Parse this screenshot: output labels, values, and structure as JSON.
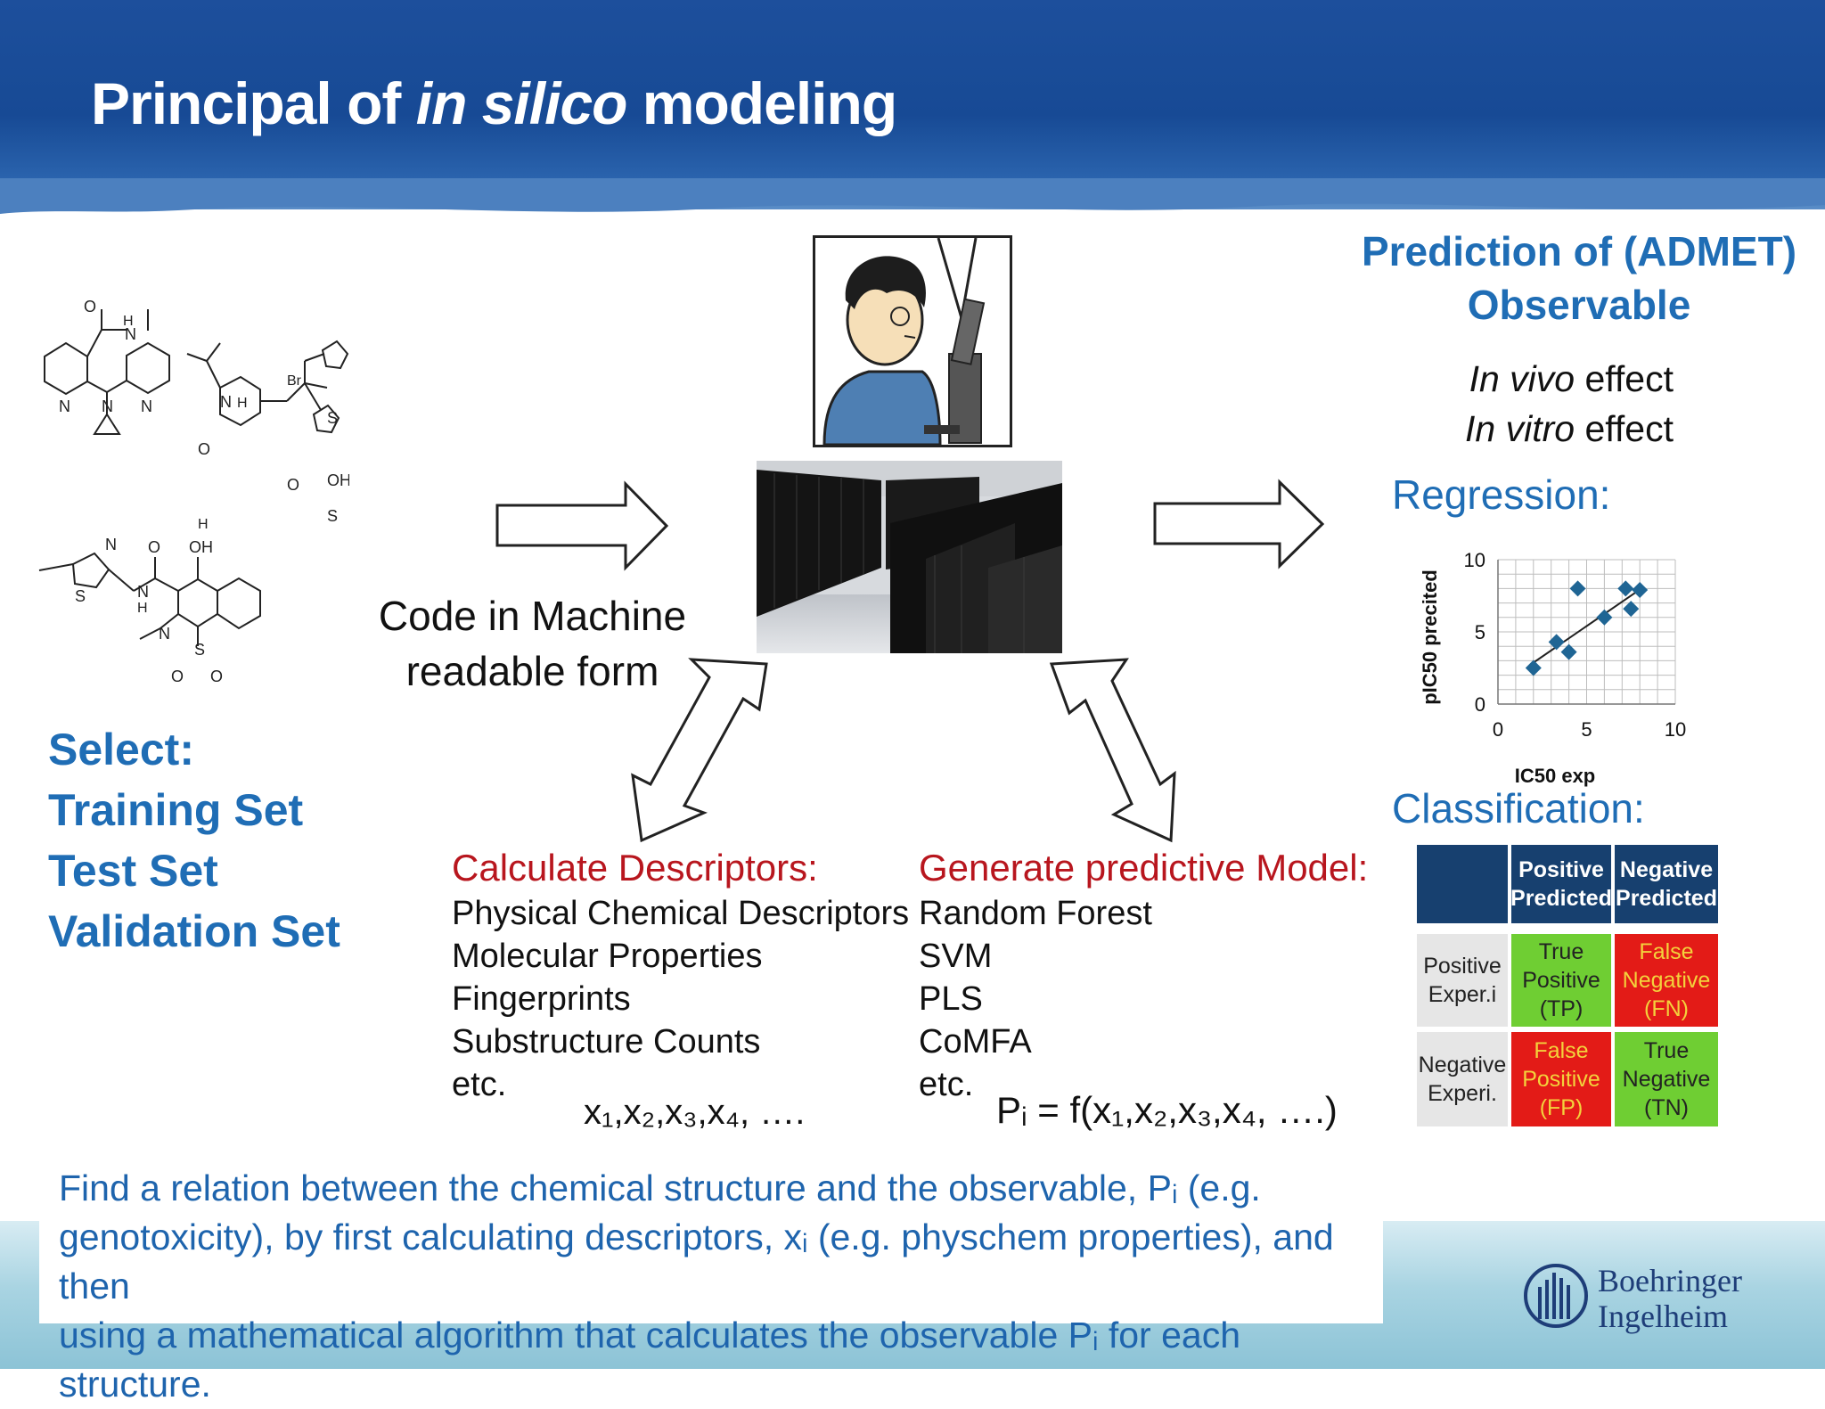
{
  "header": {
    "title_pre": "Principal of ",
    "title_em": "in silico",
    "title_post": " modeling"
  },
  "selection": {
    "select_label": "Select:",
    "training": "Training Set",
    "test": "Test Set",
    "validation": "Validation Set"
  },
  "molecules": {
    "labels": [
      "O",
      "H",
      "N",
      "N",
      "N",
      "N",
      "Br",
      "N",
      "H",
      "O",
      "O",
      "S",
      "OH",
      "H",
      "S",
      "N",
      "O",
      "OH",
      "S",
      "N",
      "H",
      "N",
      "S",
      "O",
      "O"
    ]
  },
  "code": {
    "line1": "Code in Machine",
    "line2": "readable form"
  },
  "descriptors": {
    "heading": "Calculate Descriptors:",
    "items": [
      "Physical Chemical Descriptors",
      "Molecular Properties",
      "Fingerprints",
      "Substructure Counts",
      "etc."
    ],
    "formula": "x₁,x₂,x₃,x₄, …."
  },
  "model": {
    "heading": "Generate predictive Model:",
    "items": [
      "Random Forest",
      "SVM",
      "PLS",
      "CoMFA",
      "etc."
    ],
    "formula": "Pᵢ = f(x₁,x₂,x₃,x₄, ….)"
  },
  "prediction": {
    "title_line1": "Prediction of (ADMET)",
    "title_line2": "Observable",
    "effect1_em": "In vivo",
    "effect1_rest": " effect",
    "effect2_em": "In vitro",
    "effect2_rest": " effect",
    "regression": "Regression:",
    "classification": "Classification:"
  },
  "chart_data": {
    "type": "scatter",
    "xlabel": "IC50 exp",
    "ylabel": "pIC50 precited",
    "xlim": [
      0,
      10
    ],
    "ylim": [
      0,
      10
    ],
    "xticks": [
      "0",
      "5",
      "10"
    ],
    "yticks": [
      "0",
      "5",
      "10"
    ],
    "grid": true,
    "points": [
      {
        "x": 2.0,
        "y": 2.5
      },
      {
        "x": 3.3,
        "y": 4.3
      },
      {
        "x": 4.0,
        "y": 3.6
      },
      {
        "x": 4.5,
        "y": 8.0
      },
      {
        "x": 6.0,
        "y": 6.0
      },
      {
        "x": 7.2,
        "y": 8.0
      },
      {
        "x": 7.5,
        "y": 6.6
      },
      {
        "x": 8.0,
        "y": 7.9
      }
    ],
    "trendline": [
      {
        "x": 1.8,
        "y": 2.7
      },
      {
        "x": 8.2,
        "y": 8.1
      }
    ],
    "marker_color": "#1f6594"
  },
  "confusion": {
    "col1": "Positive Predicted",
    "col2": "Negative Predicted",
    "row1": "Positive Exper.i",
    "row2": "Negative Experi.",
    "tp": "True Positive (TP)",
    "fn": "False Negative (FN)",
    "fp": "False Positive (FP)",
    "tn": "True Negative (TN)"
  },
  "footer": {
    "line1": "Find a relation between the chemical structure and the observable, Pᵢ (e.g.",
    "line2": "genotoxicity), by first calculating descriptors, xᵢ (e.g. physchem properties), and then",
    "line3": "using a mathematical algorithm that calculates the observable Pᵢ for each structure."
  },
  "logo": {
    "line1": "Boehringer",
    "line2": "Ingelheim"
  },
  "colors": {
    "header_blue": "#1d4f9c",
    "accent_blue": "#1f6db5",
    "accent_red": "#b8161e",
    "green": "#6fce33",
    "red": "#e31b17",
    "table_header": "#17406f"
  }
}
